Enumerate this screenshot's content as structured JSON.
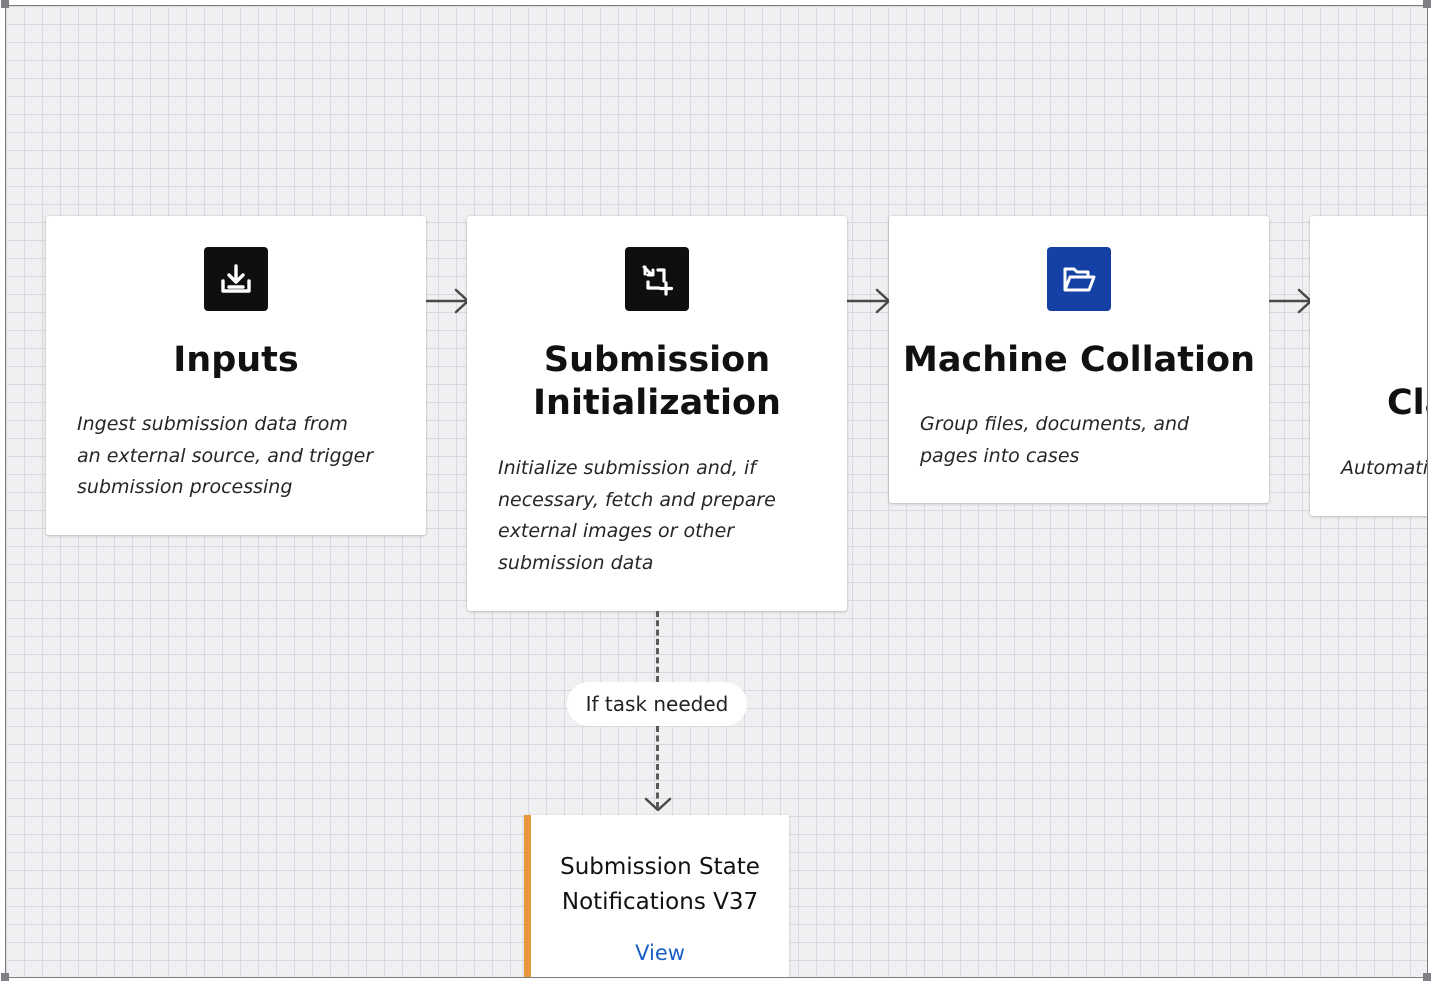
{
  "nodes": [
    {
      "title": "Inputs",
      "description": "Ingest submission data from an external source, and trigger submission processing",
      "icon": "download-icon",
      "icon_bg": "#0f0f0f"
    },
    {
      "title_line1": "Submission",
      "title_line2": "Initialization",
      "description": "Initialize submission and, if necessary, fetch and prepare external images or other submission data",
      "icon": "crop-add-icon",
      "icon_bg": "#0f0f0f"
    },
    {
      "title": "Machine Collation",
      "description": "Group files, documents, and pages into cases",
      "icon": "folder-open-icon",
      "icon_bg": "#1540a6"
    },
    {
      "title_partial": "Cla",
      "description_partial": "Automatic"
    }
  ],
  "branch": {
    "condition_label": "If task needed",
    "task_title_line1": "Submission State",
    "task_title_line2": "Notifications V37",
    "task_link": "View",
    "accent": "#e8973c"
  }
}
